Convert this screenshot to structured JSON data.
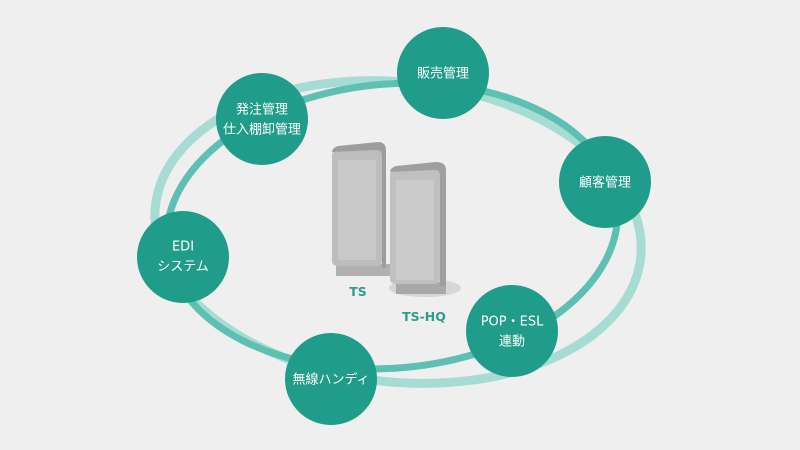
{
  "colors": {
    "background": "#efefef",
    "node_fill": "#1f9c8a",
    "ring_dark": "#5dc0b2",
    "ring_light": "#a7dcd4",
    "server_label": "#2a9d8f",
    "server_body": "#c4c4c4"
  },
  "servers": [
    {
      "label": "TS"
    },
    {
      "label": "TS-HQ"
    }
  ],
  "nodes": [
    {
      "lines": [
        "販売管理"
      ]
    },
    {
      "lines": [
        "顧客管理"
      ]
    },
    {
      "lines": [
        "POP・ESL",
        "連動"
      ]
    },
    {
      "lines": [
        "無線ハンディ"
      ]
    },
    {
      "lines": [
        "EDI",
        "システム"
      ]
    },
    {
      "lines": [
        "発注管理",
        "仕入棚卸管理"
      ]
    }
  ]
}
